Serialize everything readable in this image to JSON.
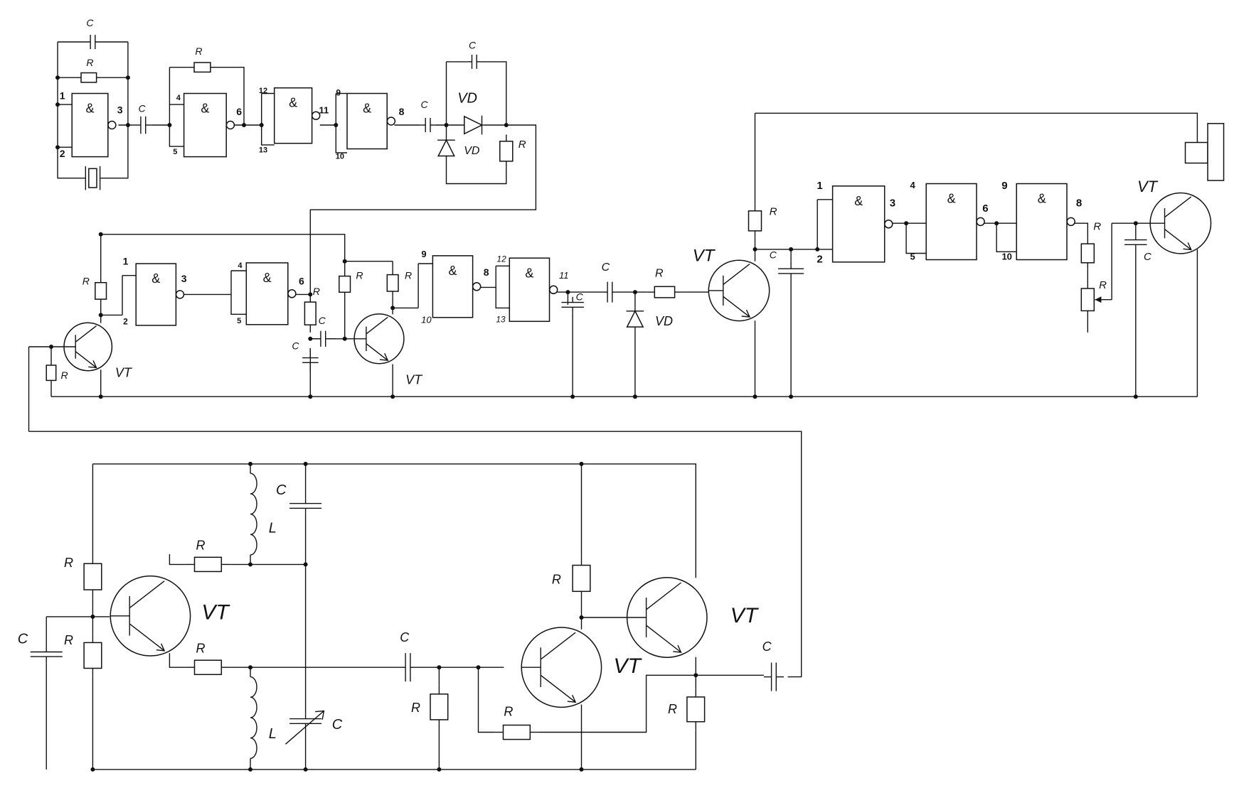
{
  "labels": {
    "capacitor": "C",
    "resistor": "R",
    "diode": "VD",
    "transistor": "VT",
    "inductor": "L",
    "and_gate": "&"
  },
  "pins": {
    "p1": "1",
    "p2": "2",
    "p3": "3",
    "p4": "4",
    "p5": "5",
    "p6": "6",
    "p8": "8",
    "p9": "9",
    "p10": "10",
    "p11": "11",
    "p12": "12",
    "p13": "13"
  }
}
